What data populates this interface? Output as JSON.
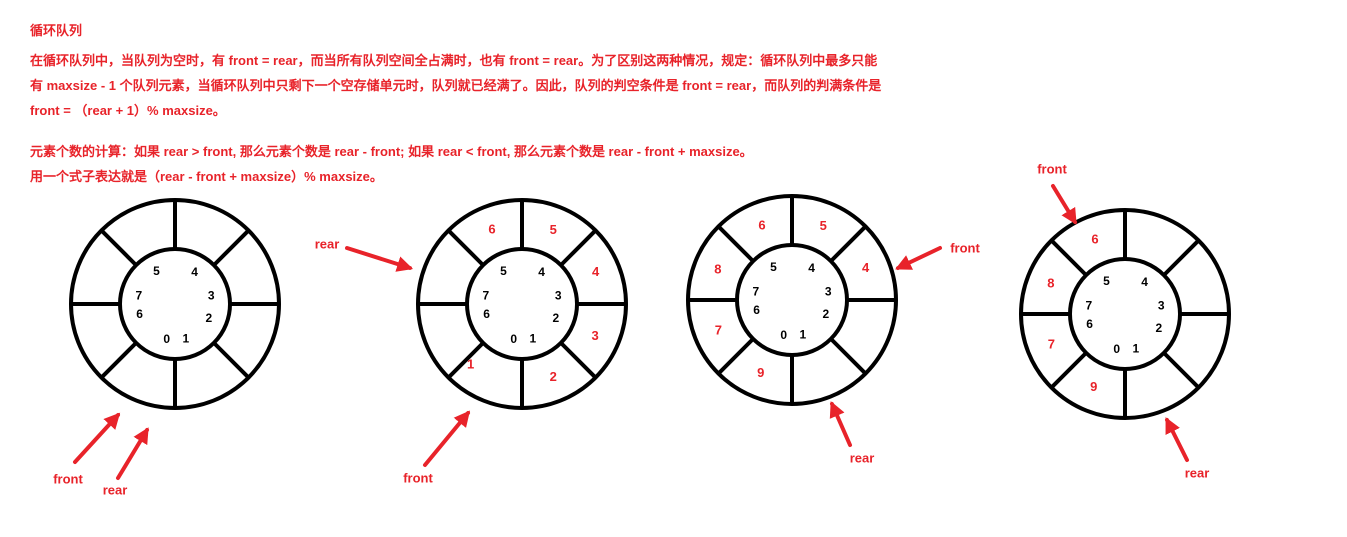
{
  "colors": {
    "accent": "#e8232a",
    "ink": "#000000"
  },
  "text": {
    "heading": "循环队列",
    "p1": "在循环队列中，当队列为空时，有 front = rear，而当所有队列空间全占满时，也有 front = rear。为了区别这两种情况，规定：循环队列中最多只能",
    "p2": "有 maxsize - 1 个队列元素，当循环队列中只剩下一个空存储单元时，队列就已经满了。因此，队列的判空条件是 front = rear，而队列的判满条件是",
    "p3": "front = （rear + 1）% maxsize。",
    "p4": "元素个数的计算：如果 rear > front, 那么元素个数是 rear - front; 如果 rear < front, 那么元素个数是 rear - front + maxsize。",
    "p5": "用一个式子表达就是（rear - front + maxsize）% maxsize。"
  },
  "slot_indices": [
    "0",
    "1",
    "2",
    "3",
    "4",
    "5",
    "6",
    "7"
  ],
  "queues": [
    {
      "values": [
        "",
        "",
        "",
        "",
        "",
        "",
        "",
        ""
      ],
      "pointers": [
        {
          "label": "front"
        },
        {
          "label": "rear"
        }
      ]
    },
    {
      "values": [
        "1",
        "2",
        "3",
        "4",
        "5",
        "6",
        "",
        ""
      ],
      "pointers": [
        {
          "label": "rear"
        },
        {
          "label": "front"
        }
      ]
    },
    {
      "values": [
        "",
        "",
        "",
        "4",
        "5",
        "6",
        "7",
        "8",
        "9"
      ],
      "pointers": [
        {
          "label": "front"
        },
        {
          "label": "rear"
        }
      ]
    },
    {
      "values": [
        "",
        "",
        "",
        "",
        "",
        "6",
        "7",
        "8",
        "9"
      ],
      "pointers": [
        {
          "label": "front"
        },
        {
          "label": "rear"
        }
      ]
    }
  ]
}
